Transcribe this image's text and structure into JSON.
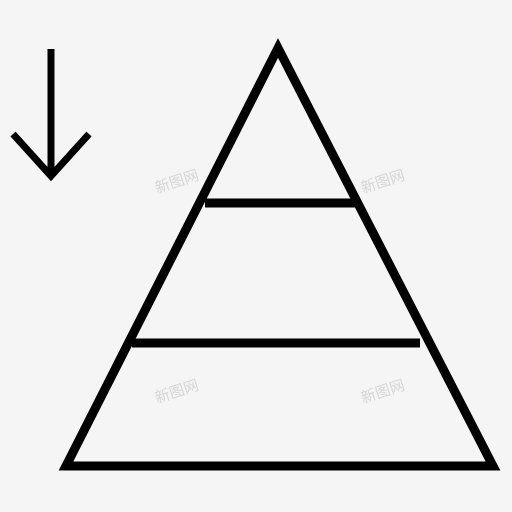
{
  "colors": {
    "background": "#f5f5f5",
    "stroke": "#000000",
    "watermark": "#d6d6d6"
  },
  "icon": {
    "name": "pyramid-descending-icon",
    "parts": [
      "down-arrow-icon",
      "pyramid-triangle-icon"
    ],
    "pyramid_levels": 3
  },
  "watermarks": {
    "w1": "新图网",
    "w2": "新图网",
    "w3": "新图网",
    "w4": "新图网"
  }
}
